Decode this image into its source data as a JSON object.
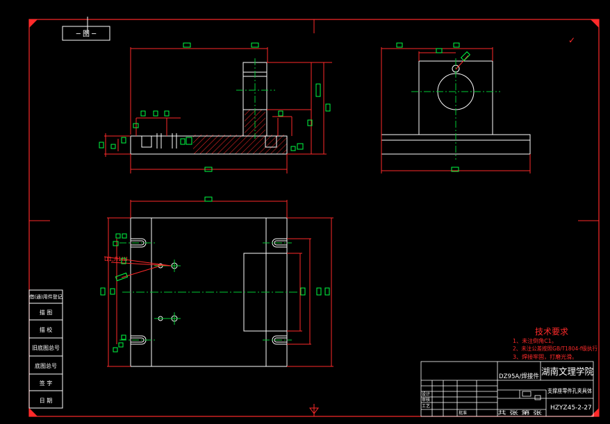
{
  "title_block": {
    "material": "DZ95A/焊接件",
    "school": "湖南文理学院",
    "drawing_name": "支撑座零件孔夹具体",
    "drawing_no": "HZYZ45-2-27",
    "row_labels": [
      "设计",
      "审核",
      "工艺",
      "批准"
    ],
    "total_sheets": "共 张 第 张"
  },
  "tech_requirements": {
    "heading": "技术要求",
    "items": [
      "1、未注倒角C1。",
      "2、未注公差按照GB/T1804-f级执行",
      "3、焊接牢固，打磨光滑。"
    ]
  },
  "left_table": {
    "rows": [
      "借(通)用件登记",
      "描 图",
      "描 校",
      "旧底图总号",
      "底图总号",
      "签 字",
      "日 期"
    ]
  },
  "top_left_label": "─ 图 ─",
  "roughness_symbol": "✓",
  "colors": {
    "frame": "#ff2a2a",
    "part": "#ffffff",
    "centerline": "#00cc33",
    "dim_box": "#00ff44",
    "hatch": "#ff2a2a"
  }
}
